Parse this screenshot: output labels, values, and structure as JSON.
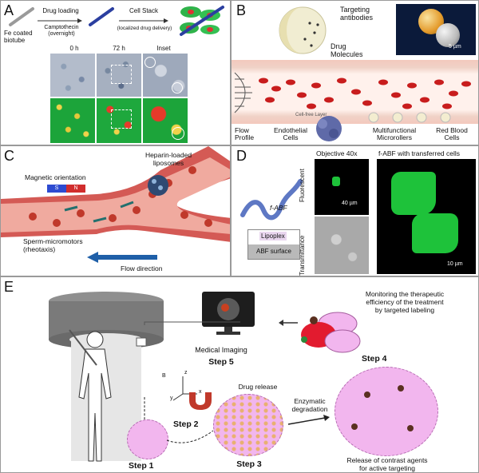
{
  "panel_a": {
    "label": "A",
    "fe_tube": "Fe coated\nbiotube",
    "drug_loading": "Drug loading",
    "camptothecin": "Camptothecin\n(overnight)",
    "cell_stack": "Cell Stack",
    "localized": "(localized drug delivery)",
    "col_0h": "0 h",
    "col_72h": "72 h",
    "col_inset": "Inset"
  },
  "panel_b": {
    "label": "B",
    "targeting": "Targeting\nantibodies",
    "drug_molecules": "Drug\nMolecules",
    "scale": "5 µm",
    "cell_free": "Cell-free Layer",
    "flow_profile": "Flow\nProfile",
    "endothelial": "Endothelial\nCells",
    "microrollers": "Multifunctional\nMicrorollers",
    "rbc": "Red Blood\nCells"
  },
  "panel_c": {
    "label": "C",
    "heparin": "Heparin-loaded\nliposomes",
    "magnetic": "Magnetic orientation",
    "sperm": "Sperm-micromotors\n(rheotaxis)",
    "flow": "Flow direction",
    "pole_s": "S",
    "pole_n": "N"
  },
  "panel_d": {
    "label": "D",
    "fabf": "f-ABF",
    "lipoplex": "Lipoplex",
    "abf_surface": "ABF surface",
    "objective": "Objective 40x",
    "transferred": "f-ABF with transferred cells",
    "fluorescent": "Fluorescent",
    "transmittance": "Transmittance",
    "scale40": "40 µm",
    "scale10": "10 µm"
  },
  "panel_e": {
    "label": "E",
    "monitoring": "Monitoring the therapeutic\nefficiency of the treatment\nby targeted labeling",
    "medical_imaging": "Medical Imaging",
    "step5": "Step 5",
    "step4": "Step 4",
    "drug_release": "Drug release",
    "enzymatic": "Enzymatic\ndegradation",
    "step2": "Step 2",
    "step1": "Step 1",
    "step3": "Step 3",
    "release": "Release of contrast agents\nfor active targeting",
    "axis_b": "B",
    "axis_x": "x",
    "axis_y": "y",
    "axis_z": "z"
  },
  "colors": {
    "blood": "#c0392b",
    "vessel": "#e9a59a",
    "green": "#22c33a",
    "pink": "#f2b6ee",
    "arrow_blue": "#1f5fa8"
  }
}
